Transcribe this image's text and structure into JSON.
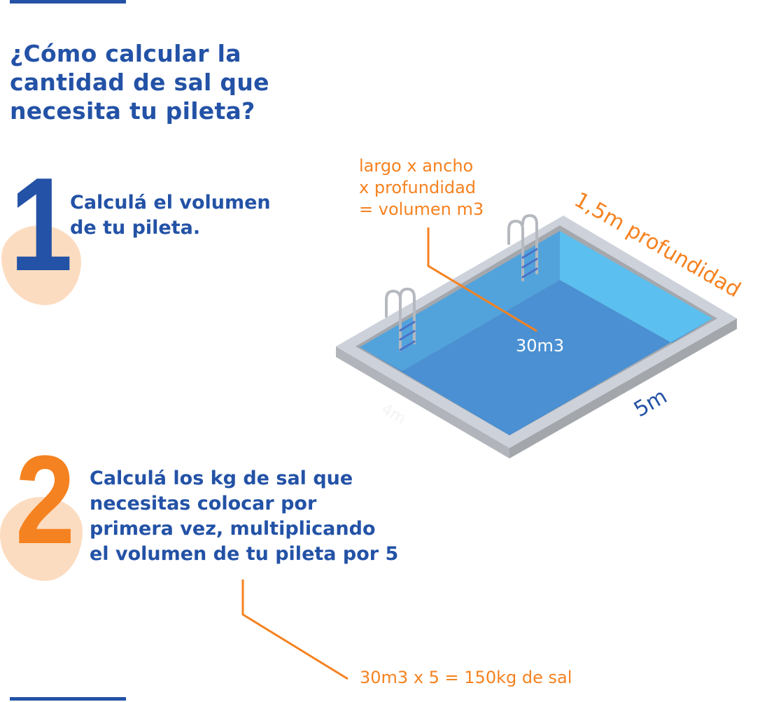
{
  "title": {
    "lines": [
      "¿Cómo calcular la",
      "cantidad de sal que",
      "necesita tu pileta?"
    ]
  },
  "step1": {
    "number": "1",
    "lines": [
      "Calculá el volumen",
      "de tu pileta."
    ]
  },
  "step2": {
    "number": "2",
    "lines": [
      "Calculá los kg de sal que",
      "necesitas colocar por",
      "primera vez, multiplicando",
      "el volumen de tu pileta por 5"
    ]
  },
  "formula": {
    "lines": [
      "largo x ancho",
      "x profundidad",
      "= volumen m3"
    ]
  },
  "pool": {
    "depth_label": "1,5m profundidad",
    "length_label": "5m",
    "width_label": "4m",
    "volume_label": "30m3"
  },
  "result": "30m3 x 5 = 150kg de sal",
  "colors": {
    "blue": "#2352a6",
    "orange": "#f58220",
    "peach": "#fcdcc0"
  }
}
